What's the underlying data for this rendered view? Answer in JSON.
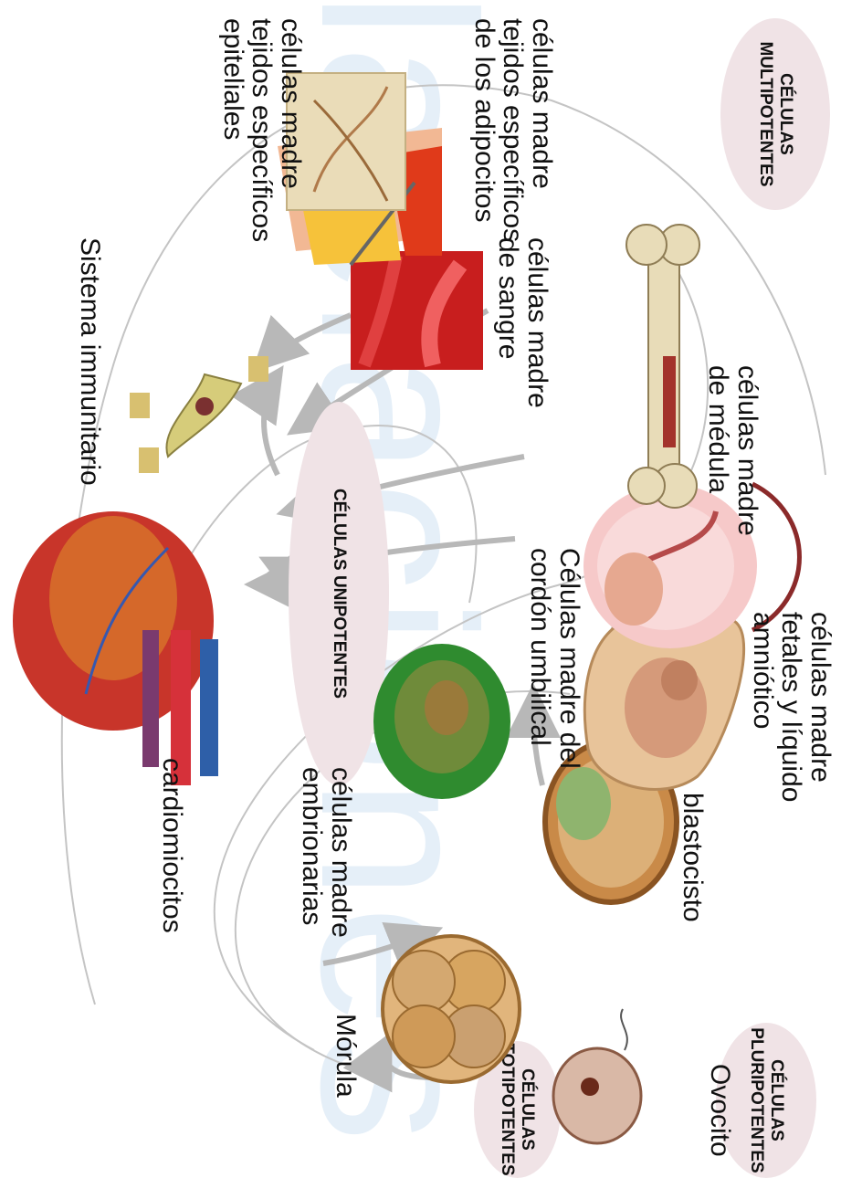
{
  "watermark": "laelaciones",
  "categories": {
    "totipotentes": [
      "CÉLULAS",
      "TOTIPOTENTES"
    ],
    "pluripotentes": [
      "CÉLULAS",
      "PLURIPOTENTES"
    ],
    "multipotentes": [
      "CÉLULAS",
      "MULTIPOTENTES"
    ],
    "unipotentes": "CÉLULAS UNIPOTENTES"
  },
  "labels": {
    "ovocito": "Ovocito",
    "morula": "Mórula",
    "blastocisto": "blastocisto",
    "embrionarias": [
      "células madre",
      "embrionarias"
    ],
    "fetales": [
      "células madre",
      "fetales y líquido",
      "amniótico"
    ],
    "cordon": [
      "Células madre del",
      "cordón umbilical"
    ],
    "medula": [
      "células madre",
      "de médula"
    ],
    "sangre": [
      "células madre",
      "de sangre"
    ],
    "adipocitos": [
      "células madre",
      "tejidos específicos",
      "de los adipocitos"
    ],
    "epiteliales": [
      "células madre",
      "tejidos específicos",
      "epiteliales"
    ],
    "cardiomiocitos": "cardiomiocitos",
    "inmunitario": "Sistema immunitario"
  },
  "colors": {
    "pill": "#f0e3e6",
    "watermark": "#e5eff8",
    "arrow": "#b8b8b8"
  }
}
